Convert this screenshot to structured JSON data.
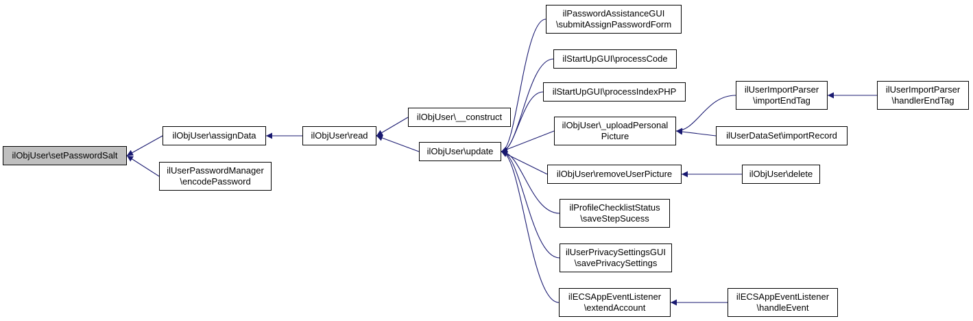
{
  "diagram": {
    "edge_color": "#191970",
    "root_fill": "#bfbfbf",
    "nodes": {
      "setPasswordSalt": {
        "lines": [
          "ilObjUser\\setPasswordSalt"
        ]
      },
      "assignData": {
        "lines": [
          "ilObjUser\\assignData"
        ]
      },
      "encodePassword": {
        "lines": [
          "ilUserPasswordManager",
          "\\encodePassword"
        ]
      },
      "read": {
        "lines": [
          "ilObjUser\\read"
        ]
      },
      "construct": {
        "lines": [
          "ilObjUser\\__construct"
        ]
      },
      "update": {
        "lines": [
          "ilObjUser\\update"
        ]
      },
      "submitAssign": {
        "lines": [
          "ilPasswordAssistanceGUI",
          "\\submitAssignPasswordForm"
        ]
      },
      "processCode": {
        "lines": [
          "ilStartUpGUI\\processCode"
        ]
      },
      "processIndexPHP": {
        "lines": [
          "ilStartUpGUI\\processIndexPHP"
        ]
      },
      "uploadPicture": {
        "lines": [
          "ilObjUser\\_uploadPersonal",
          "Picture"
        ]
      },
      "removeUserPicture": {
        "lines": [
          "ilObjUser\\removeUserPicture"
        ]
      },
      "saveStepSucess": {
        "lines": [
          "ilProfileChecklistStatus",
          "\\saveStepSucess"
        ]
      },
      "savePrivacy": {
        "lines": [
          "ilUserPrivacySettingsGUI",
          "\\savePrivacySettings"
        ]
      },
      "extendAccount": {
        "lines": [
          "ilECSAppEventListener",
          "\\extendAccount"
        ]
      },
      "importEndTag": {
        "lines": [
          "ilUserImportParser",
          "\\importEndTag"
        ]
      },
      "importRecord": {
        "lines": [
          "ilUserDataSet\\importRecord"
        ]
      },
      "delete": {
        "lines": [
          "ilObjUser\\delete"
        ]
      },
      "handleEvent": {
        "lines": [
          "ilECSAppEventListener",
          "\\handleEvent"
        ]
      },
      "handlerEndTag": {
        "lines": [
          "ilUserImportParser",
          "\\handlerEndTag"
        ]
      }
    },
    "edges": [
      [
        "assignData",
        "setPasswordSalt"
      ],
      [
        "encodePassword",
        "setPasswordSalt"
      ],
      [
        "read",
        "assignData"
      ],
      [
        "construct",
        "read"
      ],
      [
        "update",
        "read"
      ],
      [
        "submitAssign",
        "update"
      ],
      [
        "processCode",
        "update"
      ],
      [
        "processIndexPHP",
        "update"
      ],
      [
        "uploadPicture",
        "update"
      ],
      [
        "removeUserPicture",
        "update"
      ],
      [
        "saveStepSucess",
        "update"
      ],
      [
        "savePrivacy",
        "update"
      ],
      [
        "extendAccount",
        "update"
      ],
      [
        "importEndTag",
        "uploadPicture"
      ],
      [
        "importRecord",
        "uploadPicture"
      ],
      [
        "delete",
        "removeUserPicture"
      ],
      [
        "handleEvent",
        "extendAccount"
      ],
      [
        "handlerEndTag",
        "importEndTag"
      ]
    ]
  }
}
